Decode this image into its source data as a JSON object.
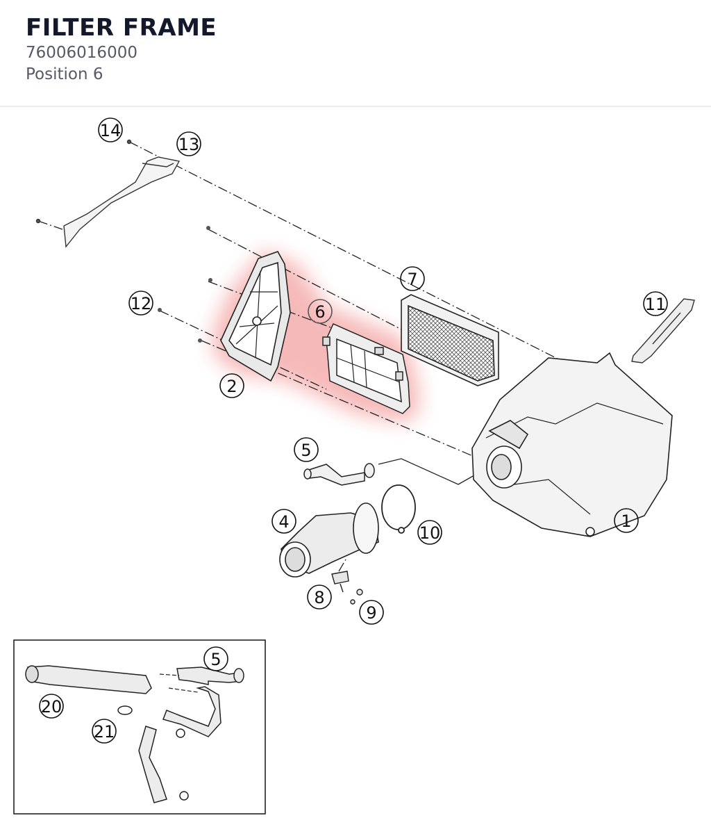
{
  "header": {
    "title": "FILTER FRAME",
    "part_number": "76006016000",
    "position": "Position 6"
  },
  "highlight_color": "#f08080",
  "callouts": [
    {
      "id": "14",
      "label": "14"
    },
    {
      "id": "13",
      "label": "13"
    },
    {
      "id": "7",
      "label": "7"
    },
    {
      "id": "6",
      "label": "6"
    },
    {
      "id": "12",
      "label": "12"
    },
    {
      "id": "2",
      "label": "2"
    },
    {
      "id": "11",
      "label": "11"
    },
    {
      "id": "5",
      "label": "5"
    },
    {
      "id": "1",
      "label": "1"
    },
    {
      "id": "4",
      "label": "4"
    },
    {
      "id": "10",
      "label": "10"
    },
    {
      "id": "8",
      "label": "8"
    },
    {
      "id": "9",
      "label": "9"
    },
    {
      "id": "5b",
      "label": "5"
    },
    {
      "id": "20",
      "label": "20"
    },
    {
      "id": "21",
      "label": "21"
    }
  ]
}
